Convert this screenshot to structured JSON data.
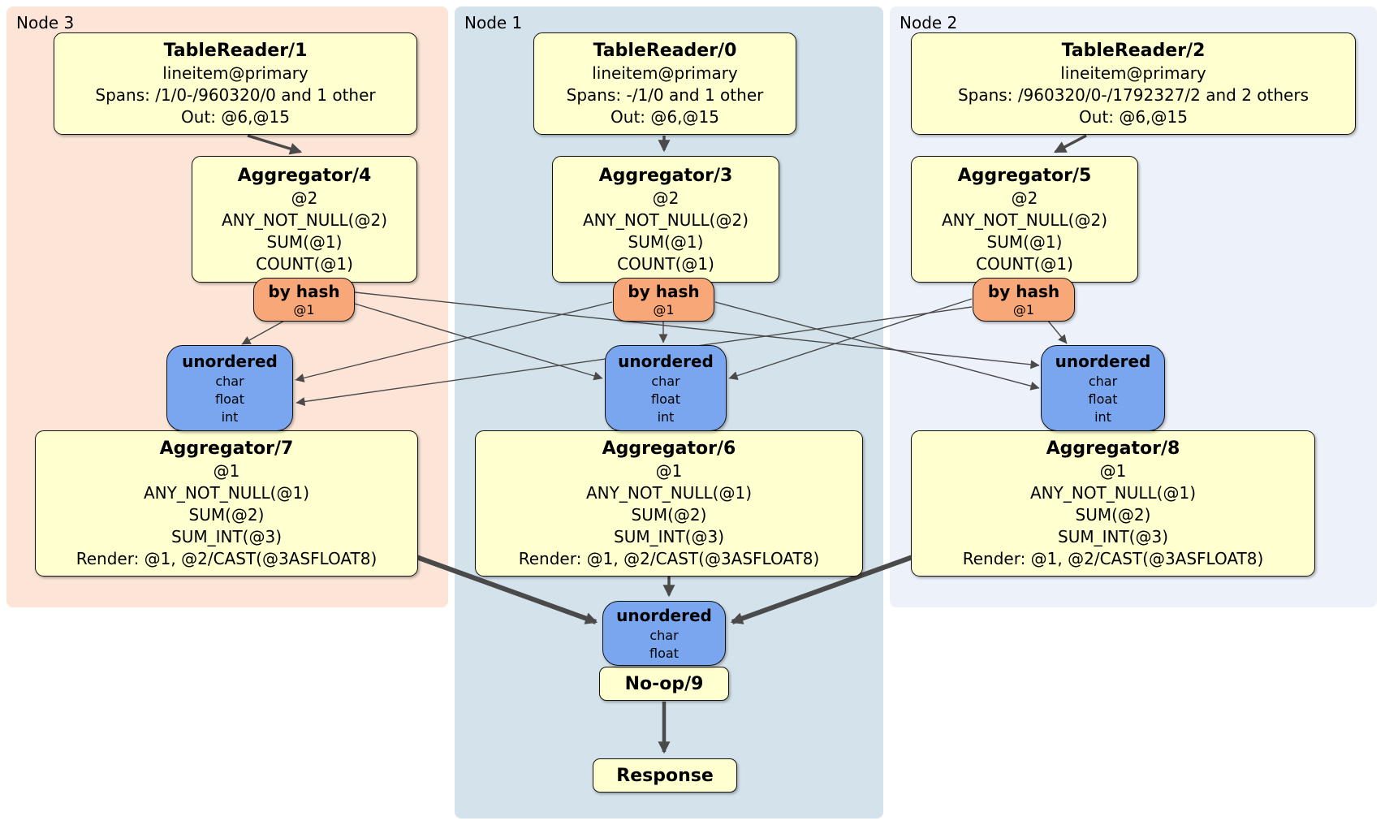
{
  "colors": {
    "node3_panel_bg": "#fce4d7",
    "node1_panel_bg": "#d4e2ec",
    "node2_panel_bg": "#edf2fa",
    "processor_box_bg": "#ffffcf",
    "hash_router_bg": "#f8a878",
    "unordered_sync_bg": "#7aa6f0",
    "edge_stroke": "#4a4a4a"
  },
  "panels": {
    "node3": {
      "label": "Node 3"
    },
    "node1": {
      "label": "Node 1"
    },
    "node2": {
      "label": "Node 2"
    }
  },
  "processors": {
    "tr1": {
      "title": "TableReader/1",
      "index": "lineitem@primary",
      "spans": "Spans: /1/0-/960320/0 and 1 other",
      "out": "Out: @6,@15"
    },
    "tr0": {
      "title": "TableReader/0",
      "index": "lineitem@primary",
      "spans": "Spans: -/1/0 and 1 other",
      "out": "Out: @6,@15"
    },
    "tr2": {
      "title": "TableReader/2",
      "index": "lineitem@primary",
      "spans": "Spans: /960320/0-/1792327/2 and 2 others",
      "out": "Out: @6,@15"
    },
    "agg4": {
      "title": "Aggregator/4",
      "group": "@2",
      "fn1": "ANY_NOT_NULL(@2)",
      "fn2": "SUM(@1)",
      "fn3": "COUNT(@1)"
    },
    "agg3": {
      "title": "Aggregator/3",
      "group": "@2",
      "fn1": "ANY_NOT_NULL(@2)",
      "fn2": "SUM(@1)",
      "fn3": "COUNT(@1)"
    },
    "agg5": {
      "title": "Aggregator/5",
      "group": "@2",
      "fn1": "ANY_NOT_NULL(@2)",
      "fn2": "SUM(@1)",
      "fn3": "COUNT(@1)"
    },
    "agg7": {
      "title": "Aggregator/7",
      "group": "@1",
      "fn1": "ANY_NOT_NULL(@1)",
      "fn2": "SUM(@2)",
      "fn3": "SUM_INT(@3)",
      "render": "Render: @1, @2/CAST(@3ASFLOAT8)"
    },
    "agg6": {
      "title": "Aggregator/6",
      "group": "@1",
      "fn1": "ANY_NOT_NULL(@1)",
      "fn2": "SUM(@2)",
      "fn3": "SUM_INT(@3)",
      "render": "Render: @1, @2/CAST(@3ASFLOAT8)"
    },
    "agg8": {
      "title": "Aggregator/8",
      "group": "@1",
      "fn1": "ANY_NOT_NULL(@1)",
      "fn2": "SUM(@2)",
      "fn3": "SUM_INT(@3)",
      "render": "Render: @1, @2/CAST(@3ASFLOAT8)"
    },
    "noop": {
      "title": "No-op/9"
    },
    "response": {
      "title": "Response"
    }
  },
  "routers": {
    "r_node3": {
      "title": "by hash",
      "key": "@1"
    },
    "r_node1": {
      "title": "by hash",
      "key": "@1"
    },
    "r_node2": {
      "title": "by hash",
      "key": "@1"
    }
  },
  "syncs": {
    "u_node3": {
      "title": "unordered",
      "types": [
        "char",
        "float",
        "int"
      ]
    },
    "u_node1": {
      "title": "unordered",
      "types": [
        "char",
        "float",
        "int"
      ]
    },
    "u_node2": {
      "title": "unordered",
      "types": [
        "char",
        "float",
        "int"
      ]
    },
    "u_final": {
      "title": "unordered",
      "types": [
        "char",
        "float"
      ]
    }
  }
}
